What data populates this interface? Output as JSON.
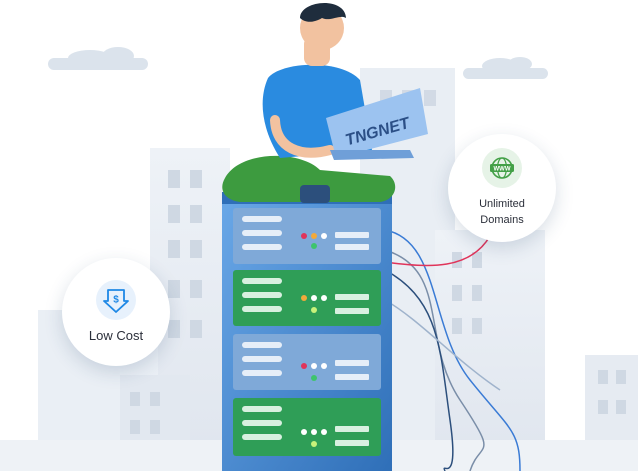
{
  "laptop": {
    "brand_text": "TNGNET"
  },
  "badges": {
    "low_cost": {
      "label": "Low Cost",
      "icon": "dollar-down-icon",
      "color": "#1e88e5"
    },
    "unlimited_domains": {
      "label_line1": "Unlimited",
      "label_line2": "Domains",
      "icon": "www-globe-icon",
      "color": "#43a047"
    }
  },
  "colors": {
    "rack": "#4f8fd6",
    "server_green": "#2f9e57",
    "server_blue": "#7aa6d9",
    "shirt": "#2a8be0",
    "pants": "#3d9b3f",
    "buildings": "#e3e8ef"
  }
}
